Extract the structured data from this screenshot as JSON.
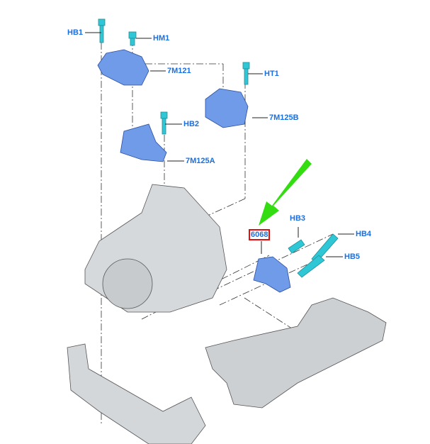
{
  "labels": {
    "hb1": "HB1",
    "hm1": "HM1",
    "m7m121": "7M121",
    "ht1": "HT1",
    "m7m125b": "7M125B",
    "hb2": "HB2",
    "m7m125a": "7M125A",
    "p6068": "6068",
    "hb3": "HB3",
    "hb4": "HB4",
    "hb5": "HB5"
  },
  "colors": {
    "part_blue": "#5b8fe6",
    "bolt_cyan": "#2fc7d6",
    "label_blue": "#1a6fe0",
    "highlight_red": "#e01010",
    "arrow_green": "#33dd11",
    "gray": "#c8ccd0"
  }
}
